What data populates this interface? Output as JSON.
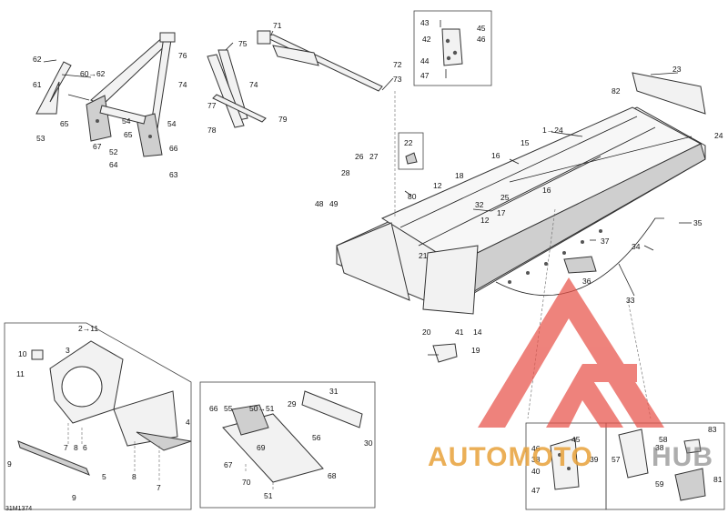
{
  "diagram": {
    "ref_code": "31M1374",
    "groups": {
      "front_frame": [
        "2",
        "11"
      ],
      "lower_panel": [
        "50",
        "51"
      ],
      "tunnel": [
        "1",
        "24"
      ]
    },
    "callouts": {
      "c2_11": "2→11",
      "c50_51": "50→51",
      "c1_24": "1→24",
      "c60_62": "60→62",
      "c3": "3",
      "c4": "4",
      "c5": "5",
      "c6": "6",
      "c7a": "7",
      "c7b": "7",
      "c8a": "8",
      "c8b": "8",
      "c9a": "9",
      "c9b": "9",
      "c10": "10",
      "c11": "11",
      "c12a": "12",
      "c12b": "12",
      "c14": "14",
      "c15": "15",
      "c16a": "16",
      "c16b": "16",
      "c17": "17",
      "c18": "18",
      "c19": "19",
      "c20": "20",
      "c21": "21",
      "c22": "22",
      "c23": "23",
      "c24": "24",
      "c25": "25",
      "c26": "26",
      "c27": "27",
      "c28": "28",
      "c29": "29",
      "c30": "30",
      "c31": "31",
      "c32": "32",
      "c33": "33",
      "c34": "34",
      "c35": "35",
      "c36": "36",
      "c37": "37",
      "c38a": "38",
      "c38b": "38",
      "c39": "39",
      "c40": "40",
      "c41": "41",
      "c42": "42",
      "c43": "43",
      "c44": "44",
      "c45a": "45",
      "c45b": "45",
      "c46a": "46",
      "c46b": "46",
      "c47a": "47",
      "c47b": "47",
      "c48": "48",
      "c49": "49",
      "c51": "51",
      "c52": "52",
      "c53": "53",
      "c54a": "54",
      "c54b": "54",
      "c55": "55",
      "c56": "56",
      "c57": "57",
      "c58": "58",
      "c59": "59",
      "c61": "61",
      "c62": "62",
      "c63": "63",
      "c64": "64",
      "c65a": "65",
      "c65b": "65",
      "c66a": "66",
      "c66b": "66",
      "c67a": "67",
      "c67b": "67",
      "c68": "68",
      "c69": "69",
      "c70": "70",
      "c71": "71",
      "c72": "72",
      "c73": "73",
      "c74a": "74",
      "c74b": "74",
      "c75": "75",
      "c76": "76",
      "c77": "77",
      "c78": "78",
      "c79": "79",
      "c80": "80",
      "c81": "81",
      "c82": "82",
      "c83": "83"
    }
  },
  "watermark": {
    "brand_main": "AUTOMOTO",
    "brand_end": "HUB",
    "colors": {
      "logo_red": "#e8534a",
      "brand_orange": "#e8a23a",
      "brand_grey": "#777777"
    }
  }
}
